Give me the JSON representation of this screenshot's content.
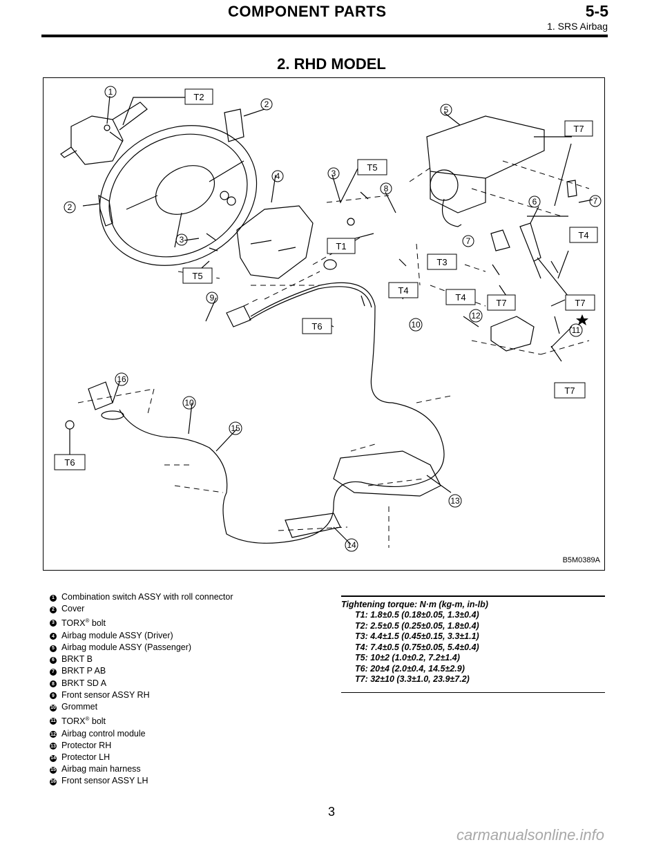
{
  "header": {
    "title": "COMPONENT PARTS",
    "section_number": "5-5",
    "subtitle": "1. SRS Airbag"
  },
  "section_title": "2. RHD MODEL",
  "figure": {
    "code": "B5M0389A",
    "torque_labels": [
      "T1",
      "T2",
      "T3",
      "T4",
      "T5",
      "T6",
      "T7"
    ],
    "callouts": [
      "1",
      "2",
      "3",
      "4",
      "5",
      "6",
      "7",
      "8",
      "9",
      "10",
      "11",
      "12",
      "13",
      "14",
      "15",
      "16"
    ]
  },
  "legend": [
    {
      "num": "1",
      "text": "Combination switch ASSY with roll connector"
    },
    {
      "num": "2",
      "text": "Cover"
    },
    {
      "num": "3",
      "text": "TORX",
      "sup": "®",
      "after": " bolt"
    },
    {
      "num": "4",
      "text": "Airbag module ASSY (Driver)"
    },
    {
      "num": "5",
      "text": "Airbag module ASSY (Passenger)"
    },
    {
      "num": "6",
      "text": "BRKT B"
    },
    {
      "num": "7",
      "text": "BRKT P AB"
    },
    {
      "num": "8",
      "text": "BRKT SD A"
    },
    {
      "num": "9",
      "text": "Front sensor ASSY RH"
    },
    {
      "num": "10",
      "text": "Grommet"
    },
    {
      "num": "11",
      "text": "TORX",
      "sup": "®",
      "after": " bolt"
    },
    {
      "num": "12",
      "text": "Airbag control module"
    },
    {
      "num": "13",
      "text": "Protector RH"
    },
    {
      "num": "14",
      "text": "Protector LH"
    },
    {
      "num": "15",
      "text": "Airbag main harness"
    },
    {
      "num": "16",
      "text": "Front sensor ASSY LH"
    }
  ],
  "torque": {
    "heading": "Tightening torque: N·m (kg-m, in-lb)",
    "values": [
      "T1: 1.8±0.5 (0.18±0.05, 1.3±0.4)",
      "T2: 2.5±0.5 (0.25±0.05, 1.8±0.4)",
      "T3: 4.4±1.5 (0.45±0.15, 3.3±1.1)",
      "T4: 7.4±0.5 (0.75±0.05, 5.4±0.4)",
      "T5: 10±2 (1.0±0.2, 7.2±1.4)",
      "T6: 20±4 (2.0±0.4, 14.5±2.9)",
      "T7: 32±10 (3.3±1.0, 23.9±7.2)"
    ]
  },
  "page_number": "3",
  "watermark": "carmanualsonline.info"
}
